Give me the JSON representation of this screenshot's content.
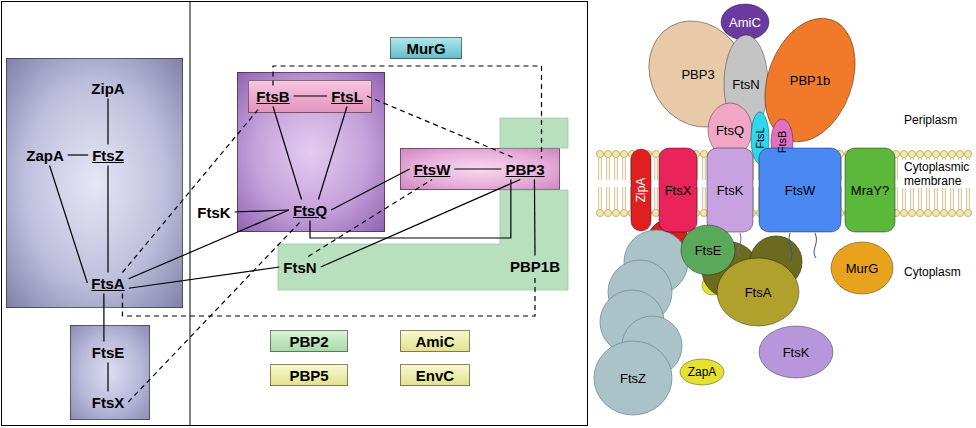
{
  "diagram": {
    "nodes": [
      {
        "text": []
      },
      {
        "text": [
          "ZipA"
        ],
        "in": 0
      },
      {
        "text": [
          "ZapA"
        ],
        "in": 0
      },
      {
        "text": [
          "FtsZ"
        ],
        "in": 0
      },
      {
        "text": [
          "FtsA"
        ],
        "in": 0
      },
      {
        "text": []
      },
      {
        "text": [
          "FtsE"
        ],
        "in": 5
      },
      {
        "text": [
          "FtsX"
        ],
        "in": 5
      },
      {
        "text": [
          "FtsK"
        ]
      },
      {
        "text": []
      },
      {
        "text": [],
        "in": 9
      },
      {
        "text": [
          "FtsB"
        ],
        "in": 10
      },
      {
        "text": [
          "FtsL"
        ],
        "in": 10
      },
      {
        "text": [
          "FtsQ"
        ],
        "in": 9
      },
      {
        "text": []
      },
      {
        "text": [
          "FtsW"
        ],
        "in": 14
      },
      {
        "text": [
          "PBP3"
        ],
        "in": 14
      },
      {
        "text": []
      },
      {
        "text": [
          "FtsN"
        ],
        "in": 17
      },
      {
        "text": [
          "PBP1B"
        ],
        "in": 17
      },
      {
        "text": [
          "MurG"
        ]
      },
      {
        "text": [
          "PBP2"
        ]
      },
      {
        "text": [
          "PBP5"
        ]
      },
      {
        "text": [
          "AmiC"
        ]
      },
      {
        "text": [
          "EnvC"
        ]
      },
      {
        "text": [
          "AmiC"
        ]
      },
      {
        "text": [
          "PBP3"
        ]
      },
      {
        "text": [
          "FtsN"
        ]
      },
      {
        "text": [
          "PBP1b"
        ]
      },
      {
        "text": [
          "FtsQ"
        ]
      },
      {
        "text": [
          "FtsL"
        ]
      },
      {
        "text": [
          "FtsB"
        ]
      },
      {
        "text": [
          "ZipA"
        ]
      },
      {
        "text": [
          "FtsX"
        ]
      },
      {
        "text": [
          "FtsK"
        ]
      },
      {
        "text": [
          "FtsW"
        ]
      },
      {
        "text": [
          "MraY?"
        ]
      },
      {
        "text": [
          "FtsE"
        ]
      },
      {
        "text": [
          "FtsA"
        ]
      },
      {
        "text": [
          "FtsK"
        ]
      },
      {
        "text": [
          "MurG"
        ]
      },
      {
        "text": [
          "FtsZ"
        ]
      },
      {
        "text": [
          "ZapA"
        ]
      }
    ],
    "edges": [
      {
        "from": 1,
        "to": 3,
        "arrow": "none"
      },
      {
        "from": 2,
        "to": 3,
        "arrow": "none"
      },
      {
        "from": 3,
        "to": 4,
        "arrow": "none"
      },
      {
        "from": 2,
        "to": 4,
        "arrow": "none"
      },
      {
        "from": 4,
        "to": 6,
        "arrow": "none"
      },
      {
        "from": 6,
        "to": 7,
        "arrow": "none"
      },
      {
        "from": 7,
        "to": 13,
        "arrow": "none"
      },
      {
        "from": 4,
        "to": 13,
        "arrow": "none"
      },
      {
        "from": 4,
        "to": 18,
        "arrow": "none"
      },
      {
        "from": 4,
        "to": 11,
        "arrow": "none"
      },
      {
        "from": 8,
        "to": 13,
        "arrow": "none"
      },
      {
        "from": 11,
        "to": 12,
        "arrow": "none"
      },
      {
        "from": 11,
        "to": 13,
        "arrow": "none"
      },
      {
        "from": 12,
        "to": 13,
        "arrow": "none"
      },
      {
        "from": 13,
        "to": 15,
        "arrow": "none"
      },
      {
        "from": 15,
        "to": 16,
        "arrow": "none"
      },
      {
        "from": 13,
        "to": 16,
        "arrow": "none"
      },
      {
        "from": 16,
        "to": 19,
        "arrow": "none"
      },
      {
        "from": 18,
        "to": 16,
        "arrow": "none"
      },
      {
        "from": 18,
        "to": 15,
        "arrow": "none"
      },
      {
        "from": 4,
        "to": 19,
        "arrow": "none"
      },
      {
        "from": 11,
        "to": 16,
        "arrow": "none"
      },
      {
        "from": 12,
        "to": 16,
        "arrow": "none"
      }
    ],
    "labels": [
      "Periplasm",
      "Cytoplasmic membrane",
      "Cytoplasm"
    ]
  }
}
